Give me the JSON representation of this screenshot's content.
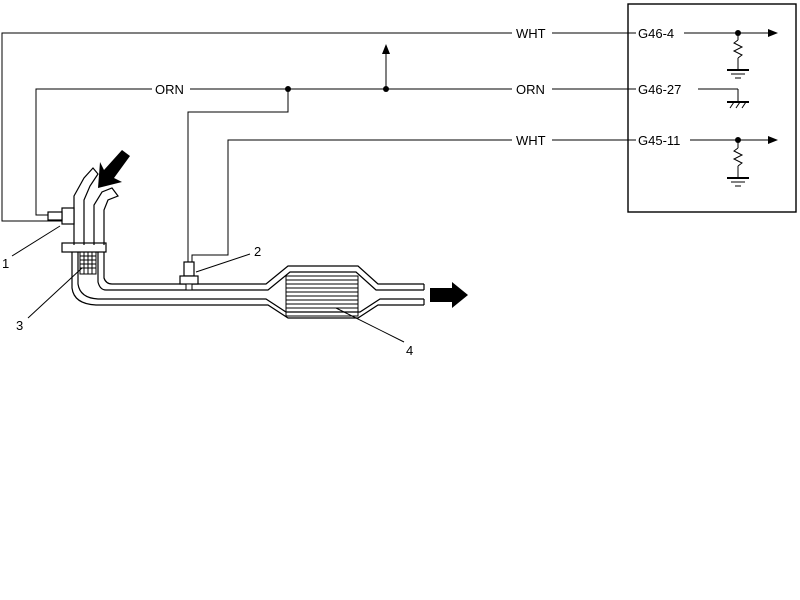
{
  "wires": {
    "top": "WHT",
    "middle_left": "ORN",
    "middle_right": "ORN",
    "bottom": "WHT"
  },
  "pins": {
    "g46_4": "G46-4",
    "g46_27": "G46-27",
    "g45_11": "G45-11"
  },
  "callouts": {
    "c1": "1",
    "c2": "2",
    "c3": "3",
    "c4": "4"
  },
  "colors": {
    "line": "#000000",
    "background": "#ffffff"
  }
}
